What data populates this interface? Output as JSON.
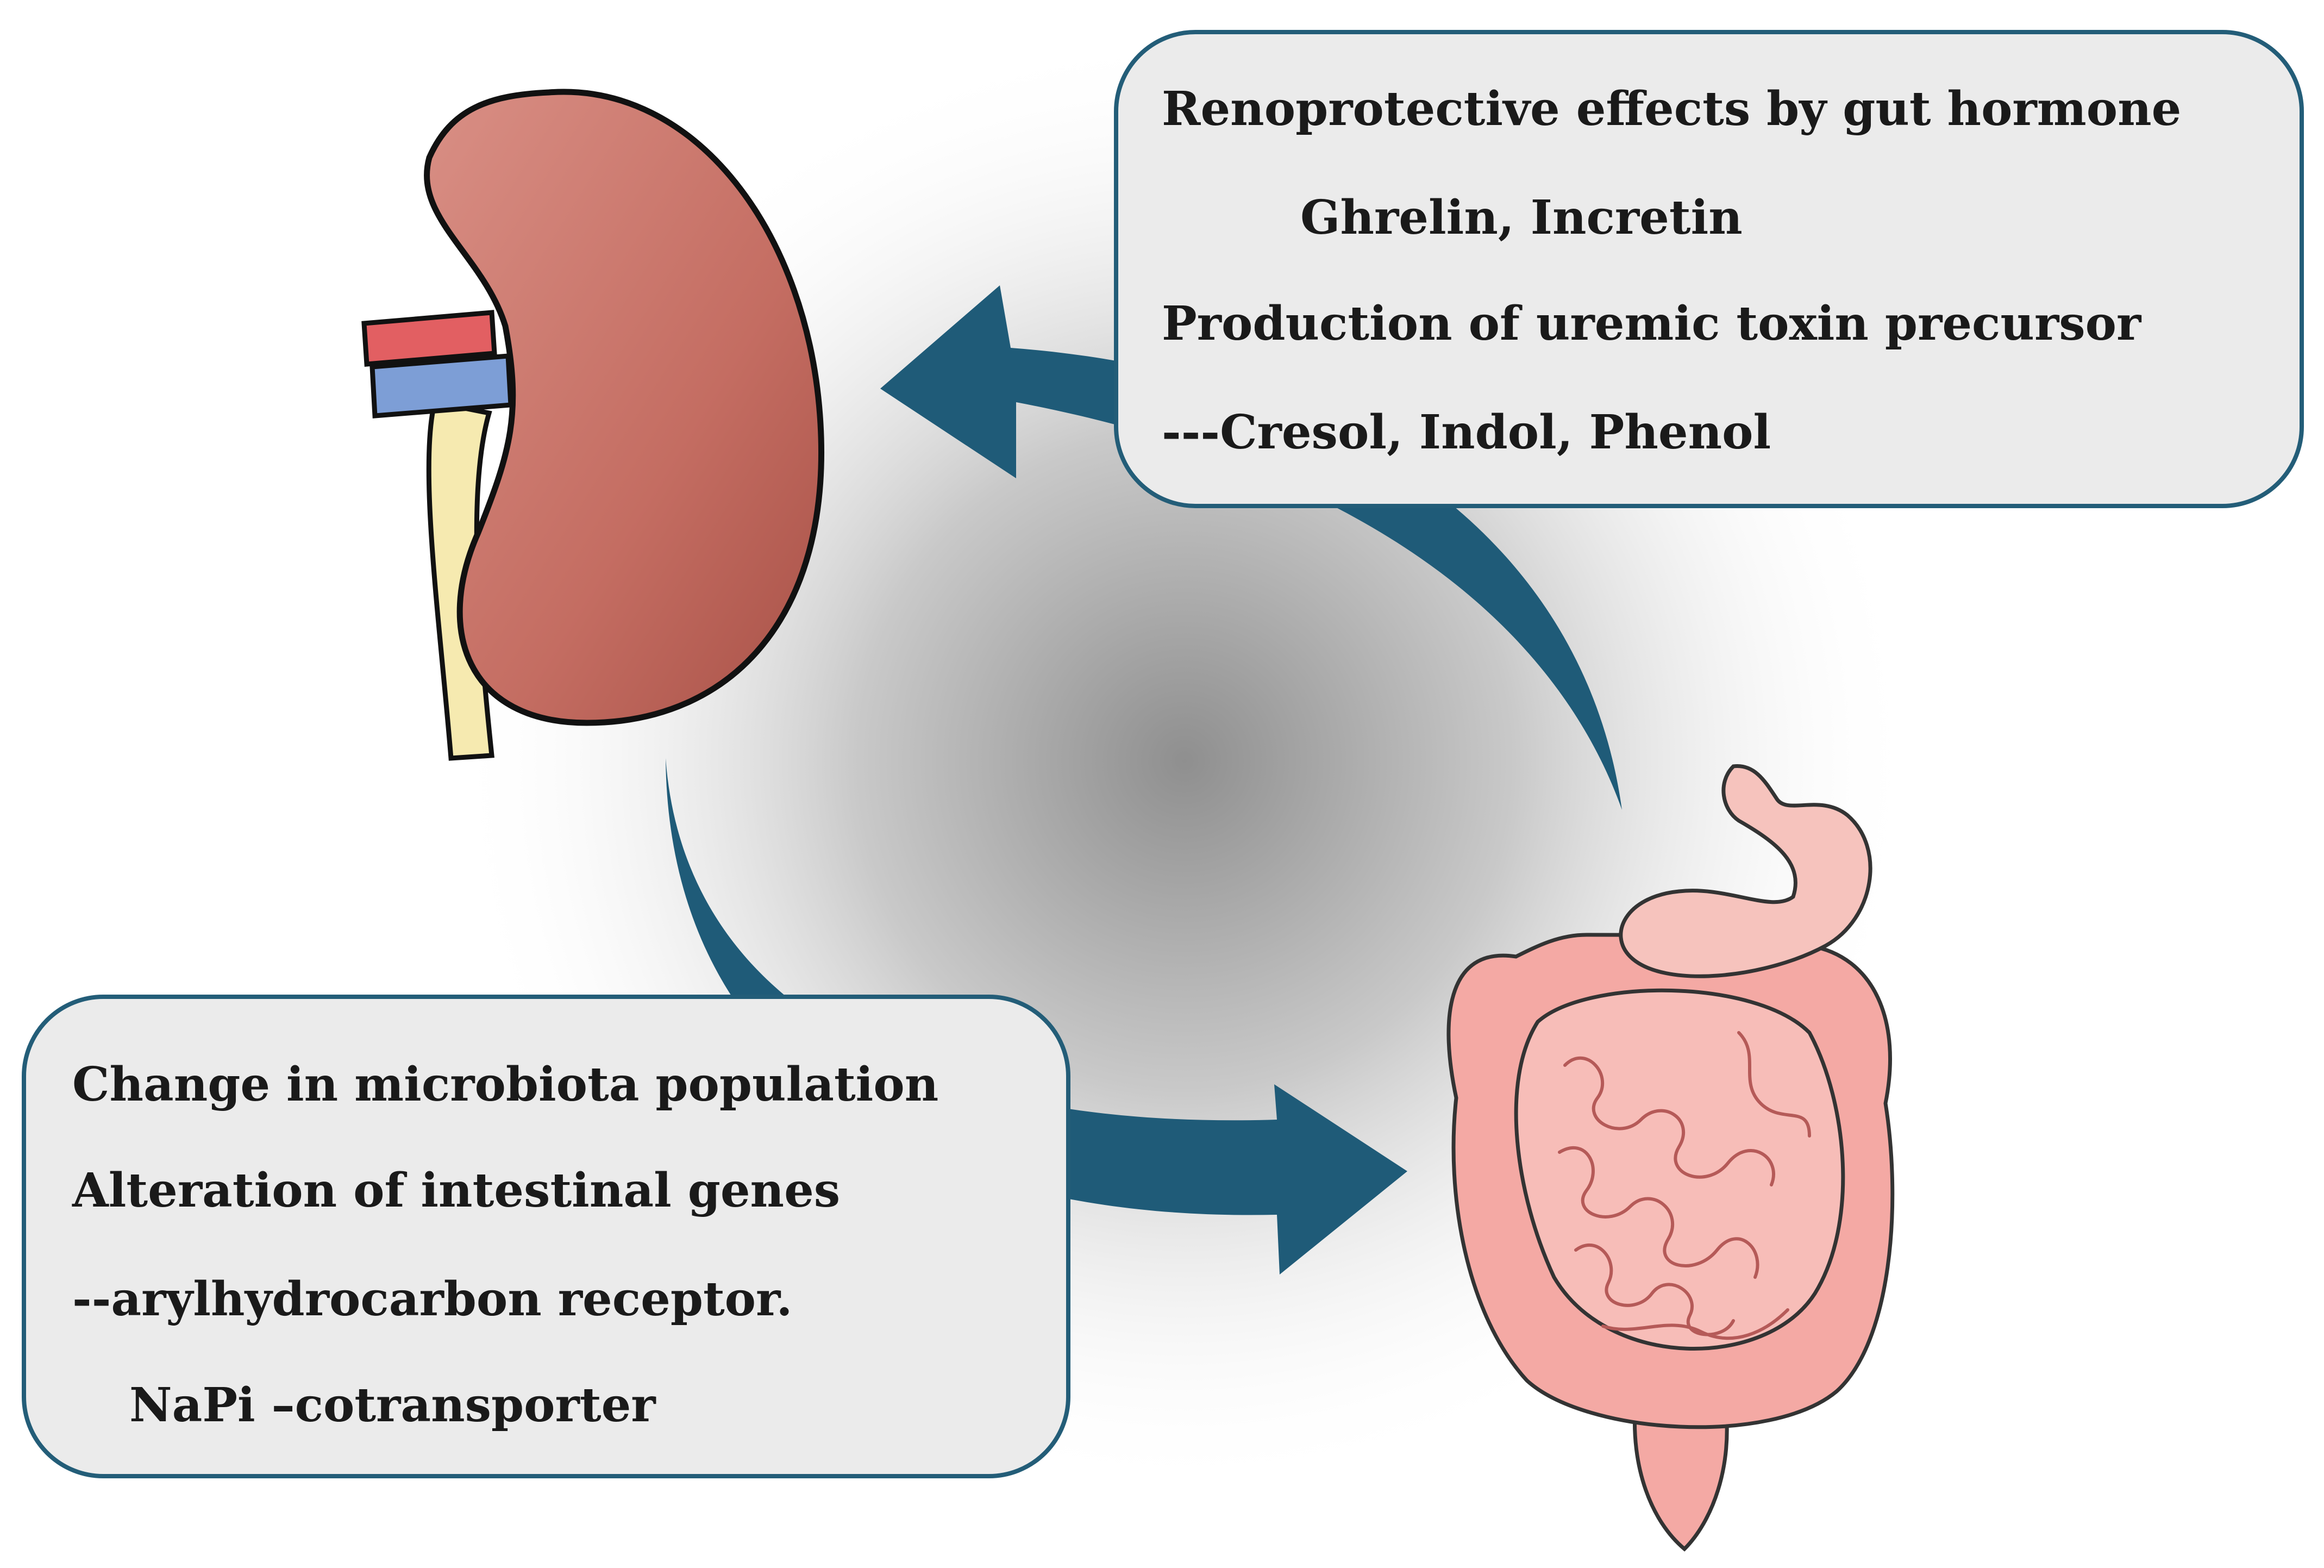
{
  "colors": {
    "arrow": "#1f5b78",
    "box_fill": "#ebebeb",
    "box_border": "#235d78",
    "kidney": "#c97468",
    "artery": "#e25f62",
    "vein": "#7d9ed6",
    "ureter": "#f6eab0",
    "intestine": "#f4a9a4",
    "stomach": "#f6c3bd"
  },
  "icons": [
    "kidney-icon",
    "intestine-icon"
  ],
  "kidney_to_gut_box": {
    "lines": [
      "Change in microbiota population",
      "Alteration of intestinal genes",
      "--arylhydrocarbon receptor.",
      "NaPi –cotransporter"
    ]
  },
  "gut_to_kidney_box": {
    "lines": [
      "Renoprotective effects by gut hormone",
      "Ghrelin, Incretin",
      "Production of uremic toxin precursor",
      "---Cresol, Indol, Phenol"
    ]
  }
}
